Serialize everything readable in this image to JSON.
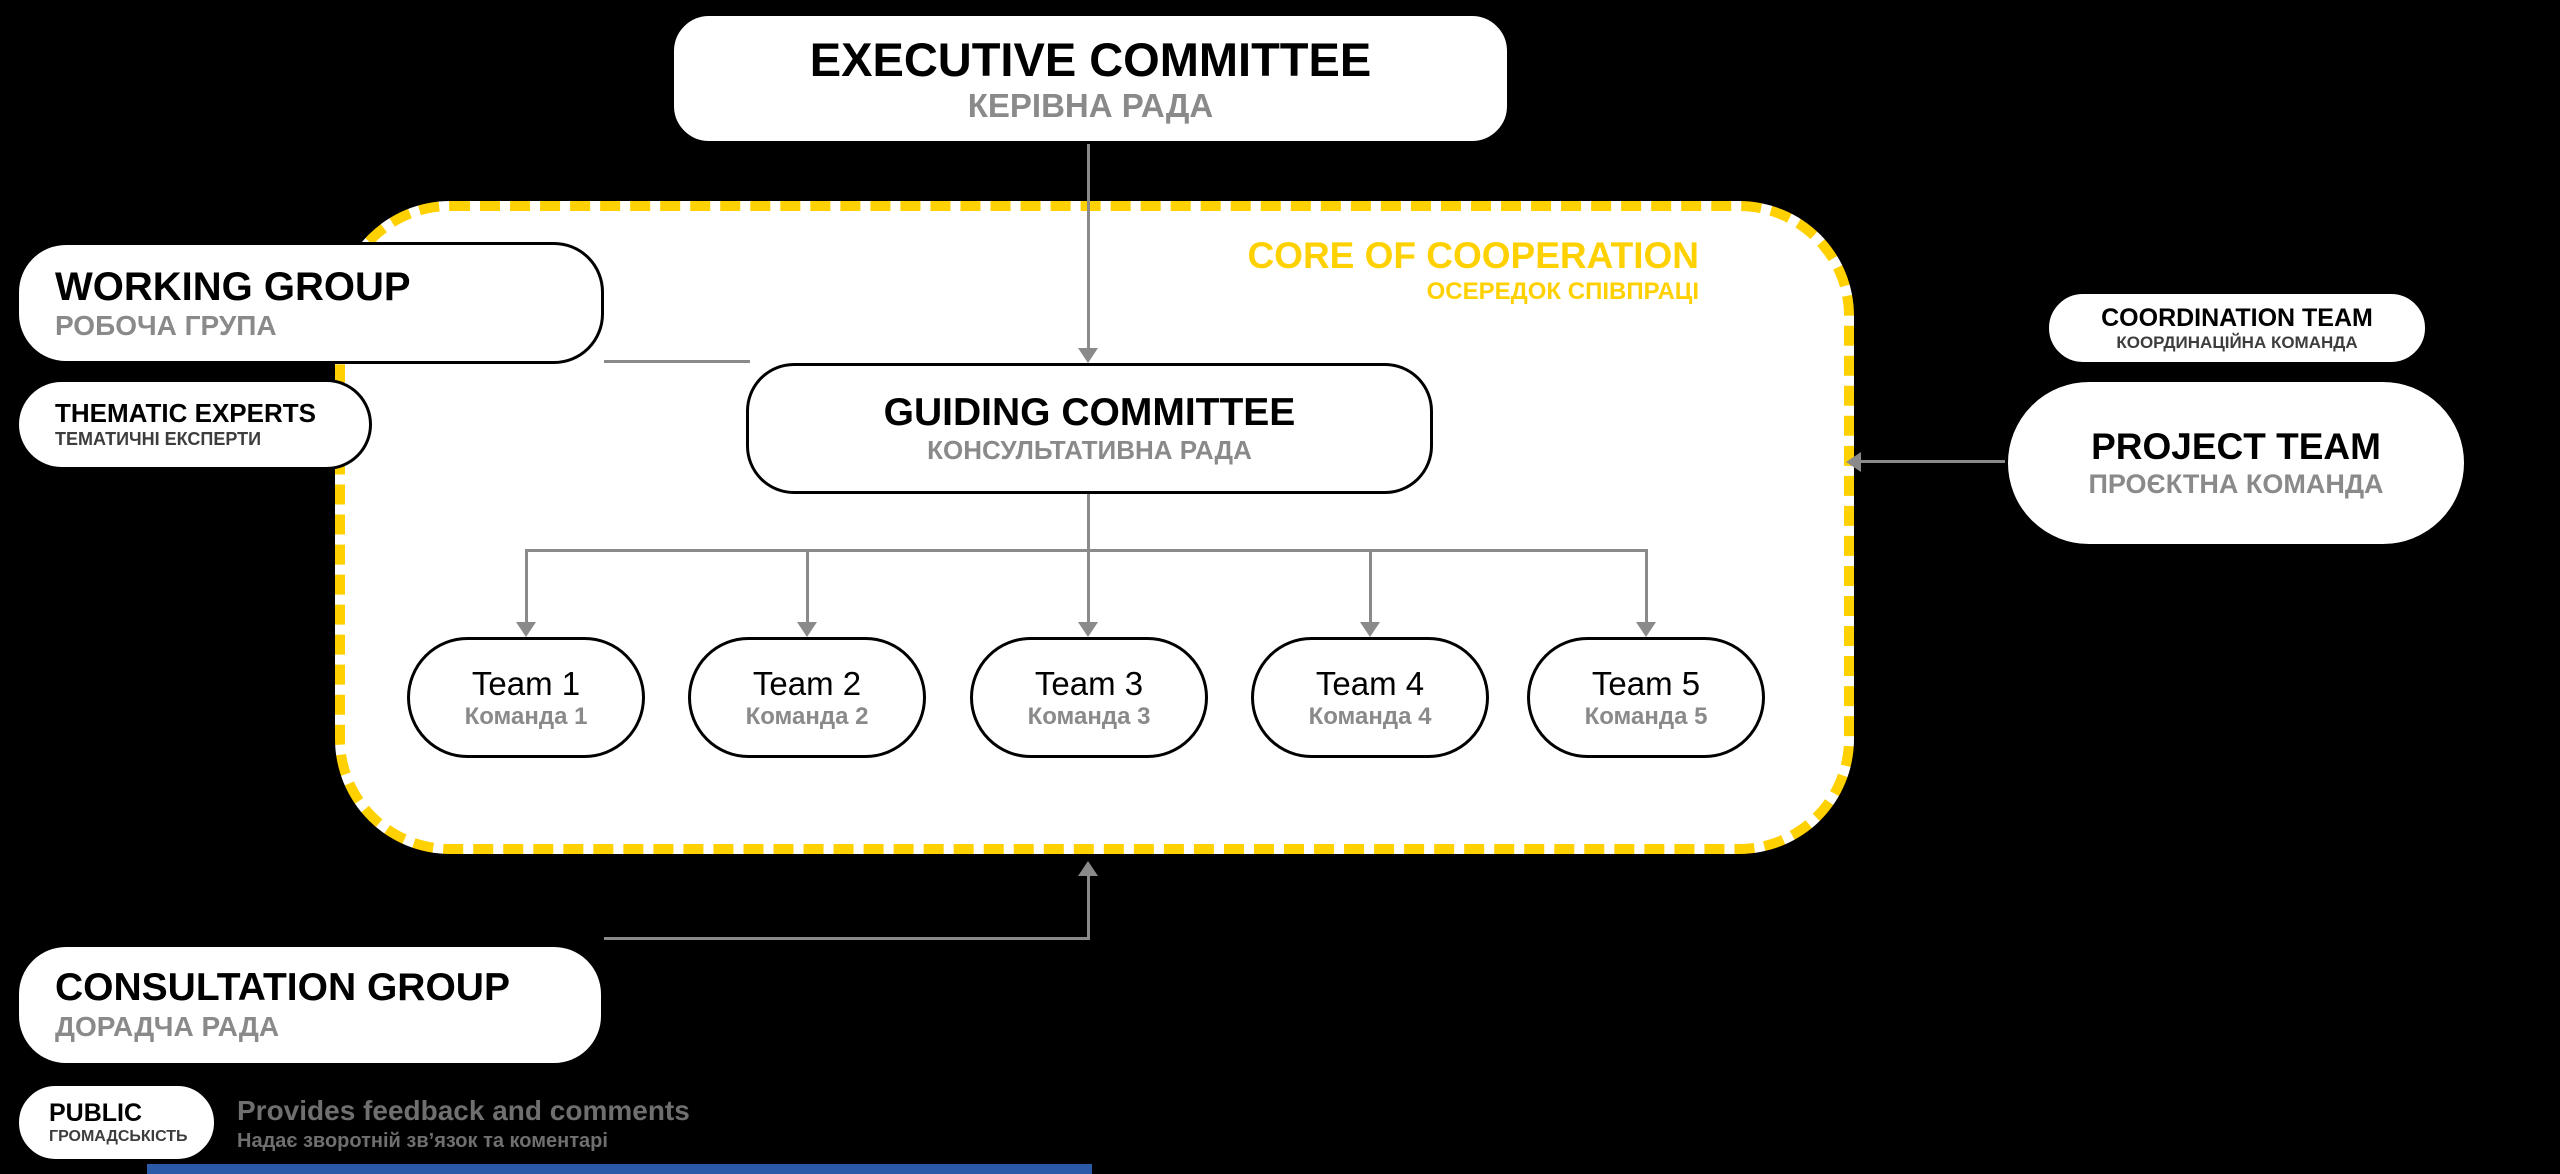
{
  "colors": {
    "background": "#000000",
    "accent_yellow": "#FFD100",
    "box_background": "#FFFFFF",
    "connector_gray": "#8A8A8A",
    "subtitle_gray": "#8A8A8A",
    "footer_blue": "#2B5BA8"
  },
  "executive": {
    "title": "EXECUTIVE COMMITTEE",
    "subtitle": "КЕРІВНА РАДА"
  },
  "core": {
    "title": "CORE OF COOPERATION",
    "subtitle": "ОСЕРЕДОК СПІВПРАЦІ"
  },
  "guiding": {
    "title": "GUIDING COMMITTEE",
    "subtitle": "КОНСУЛЬТАТИВНА РАДА"
  },
  "teams": [
    {
      "title": "Team 1",
      "subtitle": "Команда 1"
    },
    {
      "title": "Team 2",
      "subtitle": "Команда 2"
    },
    {
      "title": "Team 3",
      "subtitle": "Команда 3"
    },
    {
      "title": "Team 4",
      "subtitle": "Команда 4"
    },
    {
      "title": "Team 5",
      "subtitle": "Команда 5"
    }
  ],
  "working_group": {
    "title": "WORKING GROUP",
    "subtitle": "РОБОЧА ГРУПА"
  },
  "thematic_experts": {
    "title": "THEMATIC EXPERTS",
    "subtitle": "ТЕМАТИЧНІ ЕКСПЕРТИ"
  },
  "coordination_team": {
    "title": "COORDINATION TEAM",
    "subtitle": "КООРДИНАЦІЙНА КОМАНДА"
  },
  "project_team": {
    "title": "PROJECT TEAM",
    "subtitle": "ПРОЄКТНА КОМАНДА"
  },
  "consultation_group": {
    "title": "CONSULTATION GROUP",
    "subtitle": "ДОРАДЧА РАДА"
  },
  "public_group": {
    "title": "PUBLIC",
    "subtitle": "ГРОМАДСЬКІСТЬ"
  },
  "feedback": {
    "line1": "Provides feedback and comments",
    "line2": "Надає зворотній зв’язок та коментарі"
  }
}
